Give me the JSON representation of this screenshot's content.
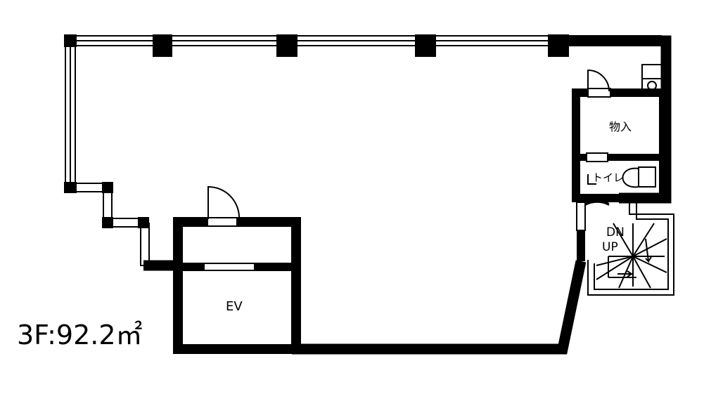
{
  "plan": {
    "floor_area": "3F:92.2㎡",
    "rooms": {
      "storage": "物入",
      "toilet": "トイレ",
      "elevator": "EV"
    },
    "stairs": {
      "down": "DN",
      "up": "UP"
    }
  }
}
